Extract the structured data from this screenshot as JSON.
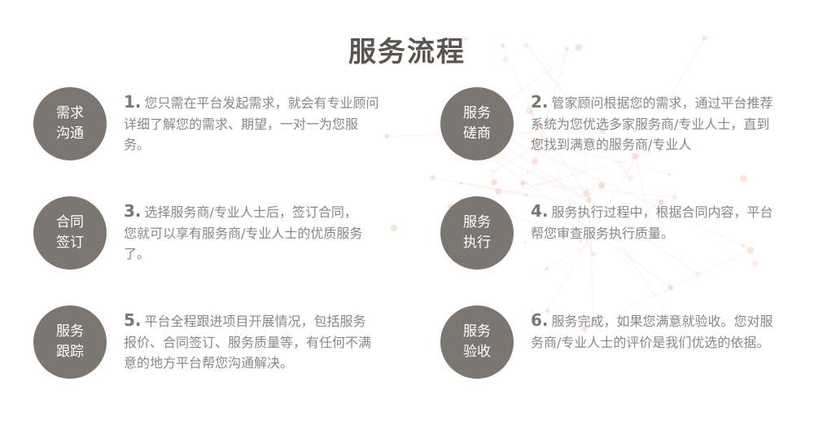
{
  "title": "服务流程",
  "steps": [
    {
      "circle": [
        "需求",
        "沟通"
      ],
      "number": "1.",
      "text": "您只需在平台发起需求，就会有专业顾问详细了解您的需求、期望，一对一为您服务。"
    },
    {
      "circle": [
        "服务",
        "磋商"
      ],
      "number": "2.",
      "text": "管家顾问根据您的需求，通过平台推荐系统为您优选多家服务商/专业人士，直到您找到满意的服务商/专业人"
    },
    {
      "circle": [
        "合同",
        "签订"
      ],
      "number": "3.",
      "text": "选择服务商/专业人士后，签订合同，您就可以享有服务商/专业人士的优质服务了。"
    },
    {
      "circle": [
        "服务",
        "执行"
      ],
      "number": "4.",
      "text": "服务执行过程中，根据合同内容，平台帮您审查服务执行质量。"
    },
    {
      "circle": [
        "服务",
        "跟踪"
      ],
      "number": "5.",
      "text": "平台全程跟进项目开展情况，包括服务报价、合同签订、服务质量等，有任何不满意的地方平台帮您沟通解决。"
    },
    {
      "circle": [
        "服务",
        "验收"
      ],
      "number": "6.",
      "text": "服务完成，如果您满意就验收。您对服务商/专业人士的评价是我们优选的依据。"
    }
  ],
  "colors": {
    "circle": "#7b766f",
    "title": "#5a5550",
    "text": "#888888",
    "decoration": "#f3c9bb"
  }
}
